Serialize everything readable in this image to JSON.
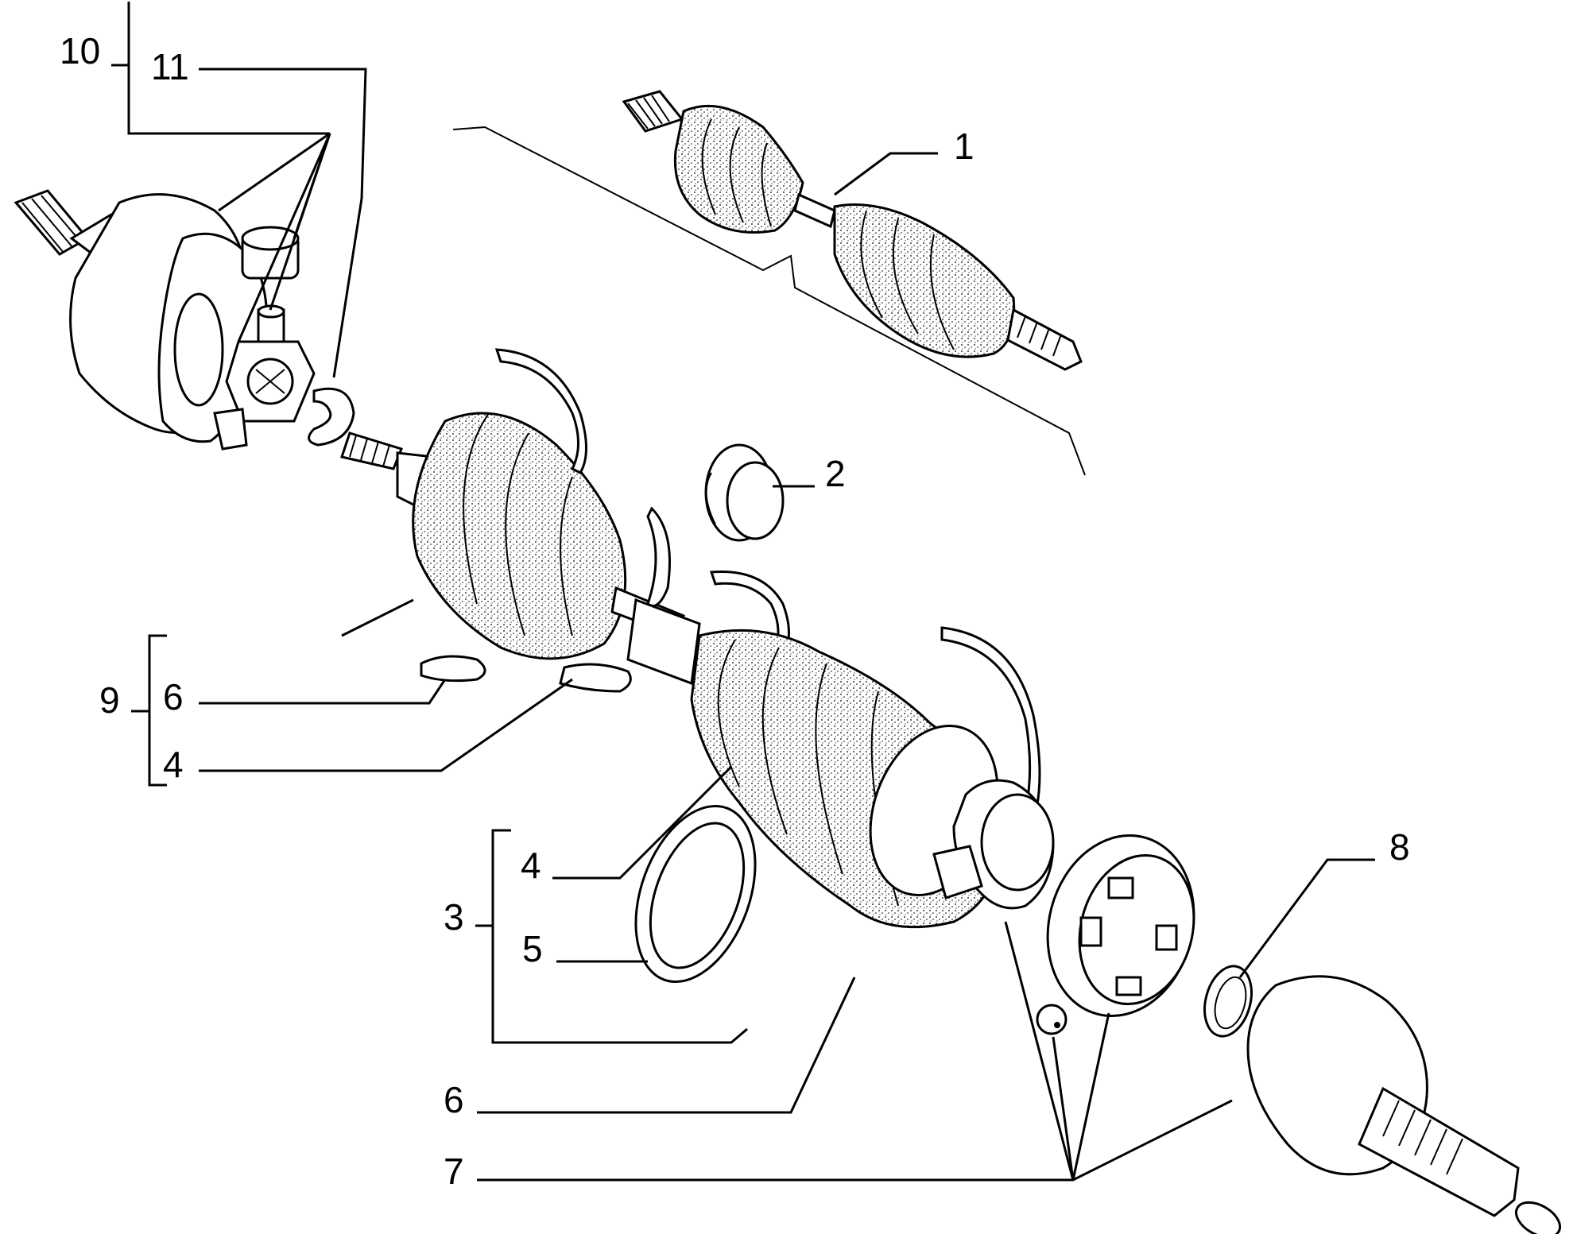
{
  "diagram": {
    "callouts": [
      {
        "id": "c1",
        "label": "1"
      },
      {
        "id": "c2",
        "label": "2"
      },
      {
        "id": "c3",
        "label": "3"
      },
      {
        "id": "c4a",
        "label": "4"
      },
      {
        "id": "c4b",
        "label": "4"
      },
      {
        "id": "c5",
        "label": "5"
      },
      {
        "id": "c6a",
        "label": "6"
      },
      {
        "id": "c6b",
        "label": "6"
      },
      {
        "id": "c7",
        "label": "7"
      },
      {
        "id": "c8",
        "label": "8"
      },
      {
        "id": "c9",
        "label": "9"
      },
      {
        "id": "c10",
        "label": "10"
      },
      {
        "id": "c11",
        "label": "11"
      }
    ]
  }
}
